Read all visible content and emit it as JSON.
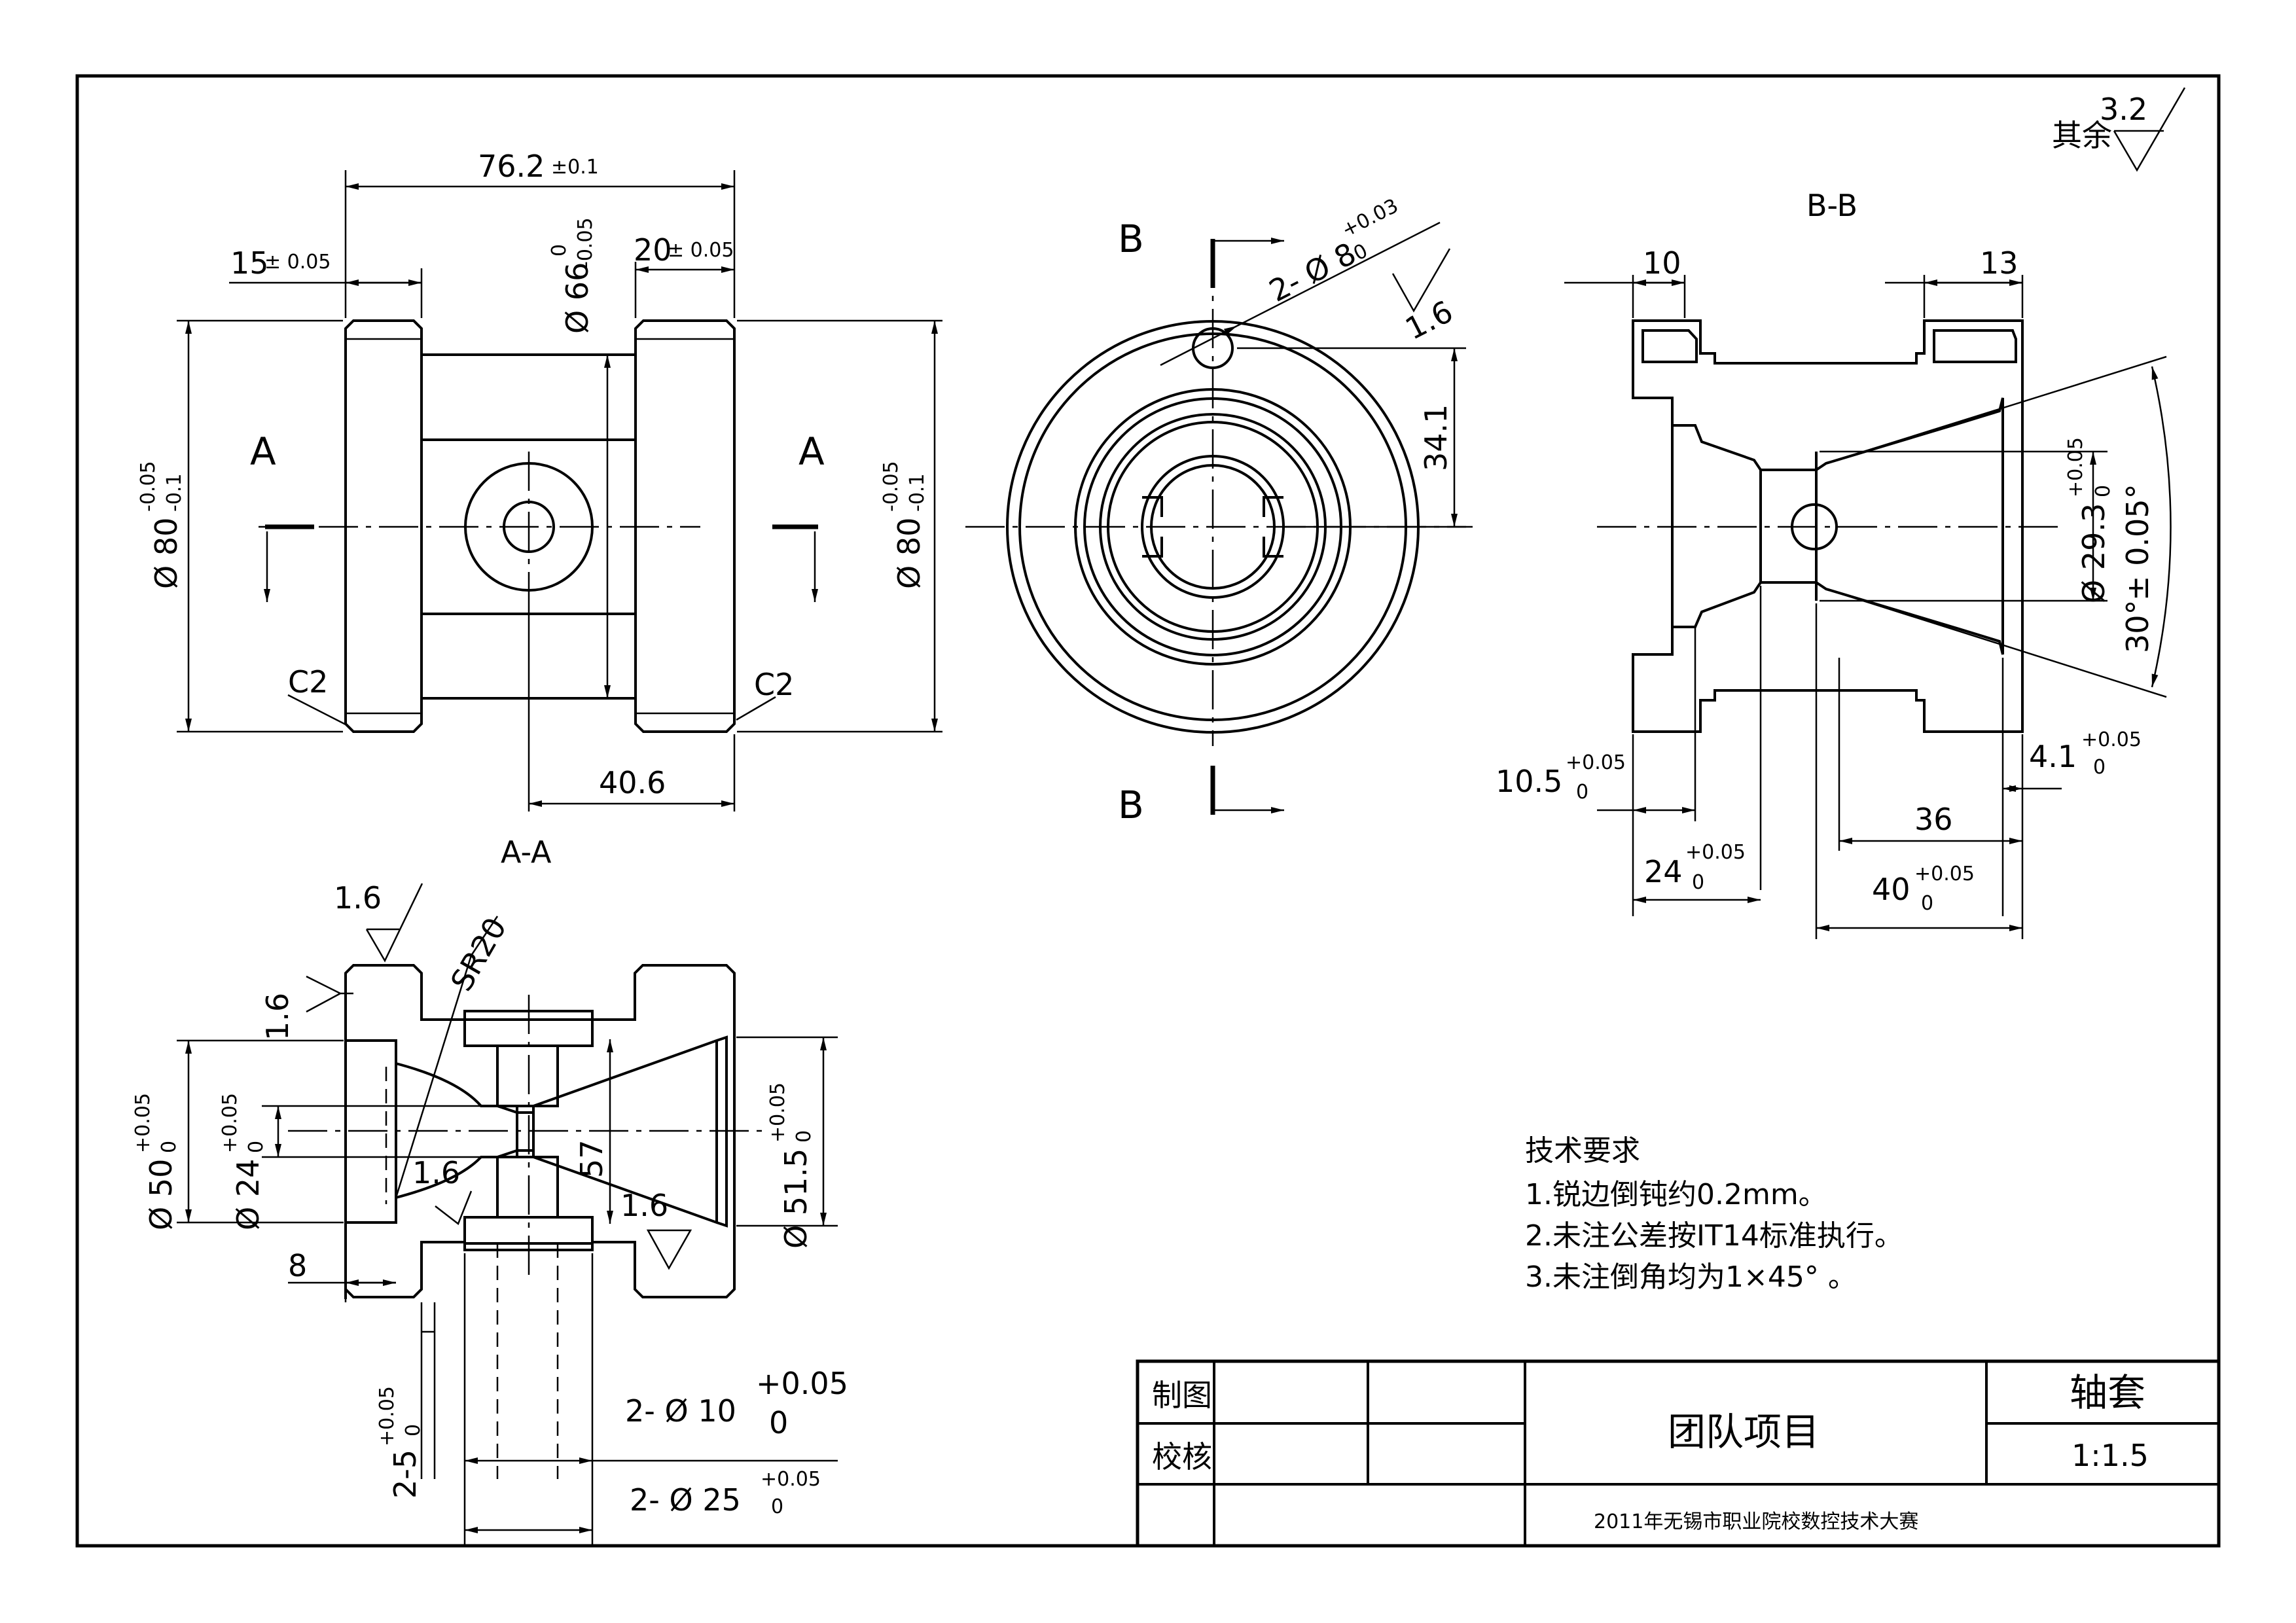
{
  "surface_default": {
    "prefix": "其余",
    "value": "3.2"
  },
  "view_labels": {
    "a_left": "A",
    "a_right": "A",
    "b_top": "B",
    "b_bottom": "B",
    "section_aa": "A-A",
    "section_bb": "B-B"
  },
  "front_view": {
    "length": "76.2",
    "length_tol": "±0.1",
    "flange_left": "15",
    "flange_left_tol": "± 0.05",
    "flange_right": "20",
    "flange_right_tol": "± 0.05",
    "dia_waist": "Ø 66",
    "dia_waist_up": "0",
    "dia_waist_low": "-0.05",
    "dia_left": "Ø 80",
    "dia_left_up": "-0.05",
    "dia_left_low": "-0.1",
    "dia_right": "Ø 80",
    "dia_right_up": "-0.05",
    "dia_right_low": "-0.1",
    "chamfer_left": "C2",
    "chamfer_right": "C2",
    "offset": "40.6"
  },
  "side_view": {
    "holes": "2- Ø 8",
    "holes_up": "+0.03",
    "holes_low": "0",
    "roughness": "1.6",
    "height": "34.1"
  },
  "section_bb": {
    "top_left": "10",
    "top_right": "13",
    "dia_inner": "Ø 29.3",
    "dia_inner_up": "+0.05",
    "dia_inner_low": "0",
    "angle": "30°",
    "angle_tol": "± 0.05°",
    "d_10_5": "10.5",
    "d_10_5_up": "+0.05",
    "d_10_5_low": "0",
    "d_4_1": "4.1",
    "d_4_1_up": "+0.05",
    "d_4_1_low": "0",
    "d_36": "36",
    "d_24": "24",
    "d_24_up": "+0.05",
    "d_24_low": "0",
    "d_40": "40",
    "d_40_up": "+0.05",
    "d_40_low": "0"
  },
  "section_aa": {
    "rough_top": "1.6",
    "rough_left": "1.6",
    "rough_mid": "1.6",
    "rough_cone": "1.6",
    "sphere": "SR20",
    "dia_50": "Ø 50",
    "dia_50_up": "+0.05",
    "dia_50_low": "0",
    "dia_24": "Ø 24",
    "dia_24_up": "+0.05",
    "dia_24_low": "0",
    "d_8": "8",
    "d_57": "57",
    "dia_51_5": "Ø 51.5",
    "dia_51_5_up": "+0.05",
    "dia_51_5_low": "0",
    "d_2_5": "2-5",
    "d_2_5_up": "+0.05",
    "d_2_5_low": "0",
    "holes_10": "2- Ø 10",
    "holes_10_up": "+0.05",
    "holes_10_low": "0",
    "holes_25": "2- Ø 25",
    "holes_25_up": "+0.05",
    "holes_25_low": "0"
  },
  "requirements": {
    "title": "技术要求",
    "items": [
      "1.锐边倒钝约0.2mm。",
      "2.未注公差按IT14标准执行。",
      "3.未注倒角均为1×45° 。"
    ]
  },
  "title_block": {
    "drawn": "制图",
    "checked": "校核",
    "project": "团队项目",
    "part": "轴套",
    "scale": "1:1.5",
    "event": "2011年无锡市职业院校数控技术大赛"
  }
}
